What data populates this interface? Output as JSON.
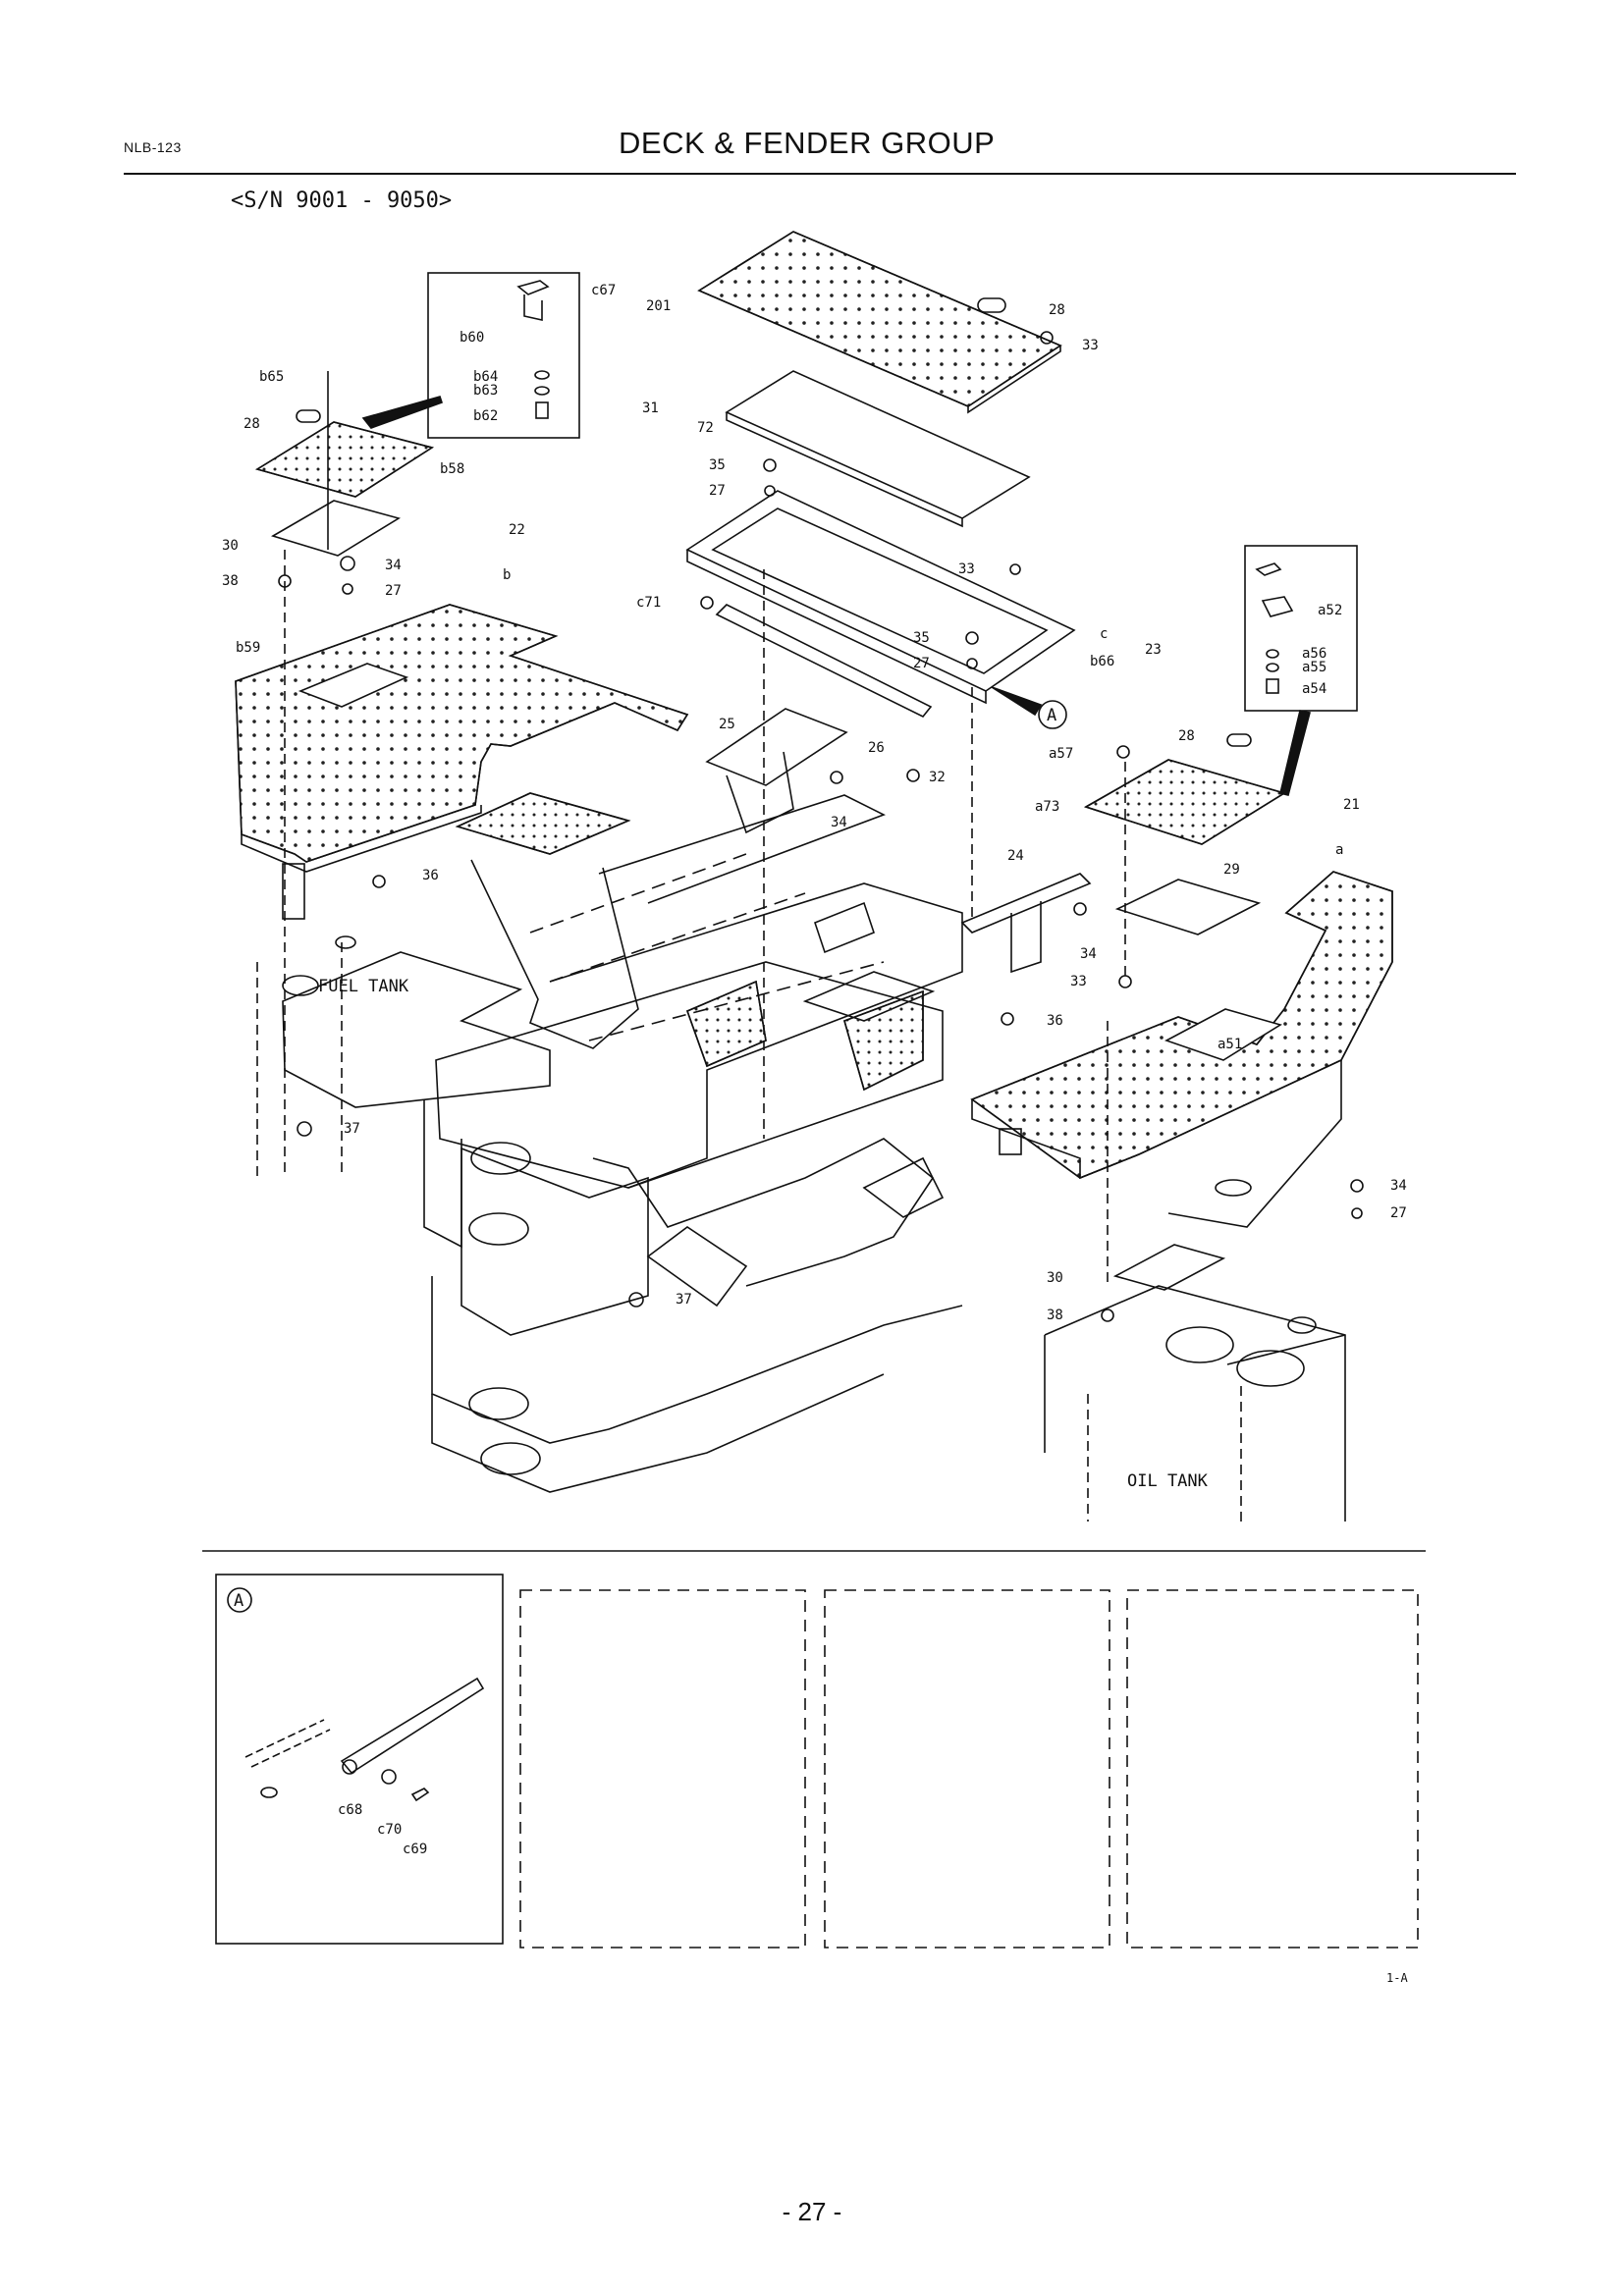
{
  "header": {
    "doc_code": "NLB-123",
    "title": "DECK & FENDER GROUP"
  },
  "serial_range": "<S/N 9001 - 9050>",
  "labels": {
    "c67": "c67",
    "n201": "201",
    "n28": "28",
    "n33": "33",
    "b60": "b60",
    "b64": "b64",
    "b63": "b63",
    "b62": "b62",
    "b65": "b65",
    "b58": "b58",
    "n31": "31",
    "n72": "72",
    "n35": "35",
    "n27": "27",
    "n22": "22",
    "b": "b",
    "n30": "30",
    "n38": "38",
    "n34": "34",
    "c71": "c71",
    "b59": "b59",
    "c": "c",
    "n23": "23",
    "b66": "b66",
    "n25": "25",
    "n26": "26",
    "n32": "32",
    "a57": "a57",
    "a73": "a73",
    "n21": "21",
    "a": "a",
    "n24": "24",
    "n29": "29",
    "n36": "36",
    "a51": "a51",
    "n37": "37",
    "a52": "a52",
    "a56": "a56",
    "a55": "a55",
    "a54": "a54",
    "fuel_tank": "FUEL TANK",
    "oil_tank": "OIL TANK",
    "callout_a": "A",
    "c68": "c68",
    "c70": "c70",
    "c69": "c69"
  },
  "figure_code": "1-A",
  "page_number": "- 27 -"
}
